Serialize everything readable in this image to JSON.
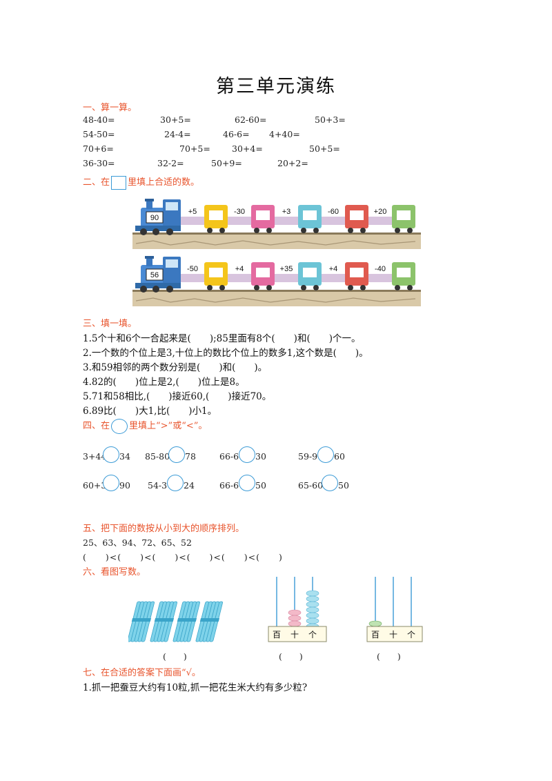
{
  "title": "第三单元演练",
  "s1": {
    "heading": "一、算一算。",
    "rows": [
      [
        "48-40=",
        "30+5=",
        "62-60=",
        "50+3="
      ],
      [
        "54-50=",
        "24-4=",
        "46-6=",
        "4+40="
      ],
      [
        "70+6=",
        "70+5=",
        "30+4=",
        "50+5="
      ],
      [
        "36-30=",
        "32-2=",
        "50+9=",
        "20+2="
      ]
    ]
  },
  "s2": {
    "heading_pre": "二、在",
    "heading_post": "里填上合适的数。",
    "train1": {
      "start": "90",
      "ops": [
        "+5",
        "-30",
        "+3",
        "-60",
        "+20"
      ]
    },
    "train2": {
      "start": "56",
      "ops": [
        "-50",
        "+4",
        "+35",
        "+4",
        "-40"
      ]
    }
  },
  "s3": {
    "heading": "三、填一填。",
    "lines": [
      "1.5个十和6个一合起来是(　　);85里面有8个(　　)和(　　)个一。",
      "2.一个数的个位上是3,十位上的数比个位上的数多1,这个数是(　　)。",
      "3.和59相邻的两个数分别是(　　)和(　　)。",
      "4.82的(　　)位上是2,(　　)位上是8。",
      "5.71和58相比,(　　)接近60,(　　)接近70。",
      "6.89比(　　)大1,比(　　)小1。"
    ]
  },
  "s4": {
    "heading_pre": "四、在",
    "heading_post": "里填上“>”或“<”。",
    "row1": [
      {
        "left": "3+44",
        "right": "34"
      },
      {
        "left": "85-80",
        "right": "78"
      },
      {
        "left": "66-6",
        "right": "30"
      },
      {
        "left": "59-9",
        "right": "60"
      }
    ],
    "row2": [
      {
        "left": "60+3",
        "right": "90"
      },
      {
        "left": "54-3",
        "right": "24"
      },
      {
        "left": "66-6",
        "right": "50"
      },
      {
        "left": "65-60",
        "right": "50"
      }
    ]
  },
  "s5": {
    "heading": "五、把下面的数按从小到大的顺序排列。",
    "numbers": "25、63、94、72、65、52",
    "blanks": "(　　)<(　　)<(　　)<(　　)<(　　)<(　　)"
  },
  "s6": {
    "heading": "六、看图写数。",
    "abacus_labels": [
      "百",
      "十",
      "个"
    ],
    "answer_blank": "(　　)"
  },
  "s7": {
    "heading": "七、在合适的答案下面画“√。",
    "q1": "1.抓一把蚕豆大约有10粒,抓一把花生米大约有多少粒?"
  },
  "colors": {
    "heading": "#e8532b",
    "box_border": "#3a9ad6",
    "train_cars": [
      "#f4c51b",
      "#e46aa0",
      "#6cc4d6",
      "#e05a4f",
      "#8cc36b"
    ]
  }
}
